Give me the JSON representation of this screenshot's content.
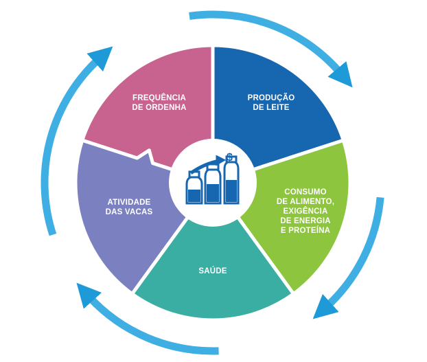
{
  "segments": [
    {
      "label_lines": [
        "FREQUÊNCIA",
        "DE ORDENHA"
      ],
      "color": "#c8628f"
    },
    {
      "label_lines": [
        "PRODUÇÃO",
        "DE LEITE"
      ],
      "color": "#1666b0"
    },
    {
      "label_lines": [
        "CONSUMO",
        "DE ALIMENTO,",
        "EXIGÊNCIA",
        "DE ENERGIA",
        "E PROTEÍNA"
      ],
      "color": "#8dc53e"
    },
    {
      "label_lines": [
        "SAÚDE"
      ],
      "color": "#3aaea2"
    },
    {
      "label_lines": [
        "ATIVIDADE",
        "DAS VACAS"
      ],
      "color": "#7b80c0"
    }
  ],
  "center_icon": {
    "name": "milk-bottles-growth-dollar-icon",
    "symbol": "$",
    "color": "#1666b0"
  },
  "cycle_arrow_color": "#2aa6e0"
}
